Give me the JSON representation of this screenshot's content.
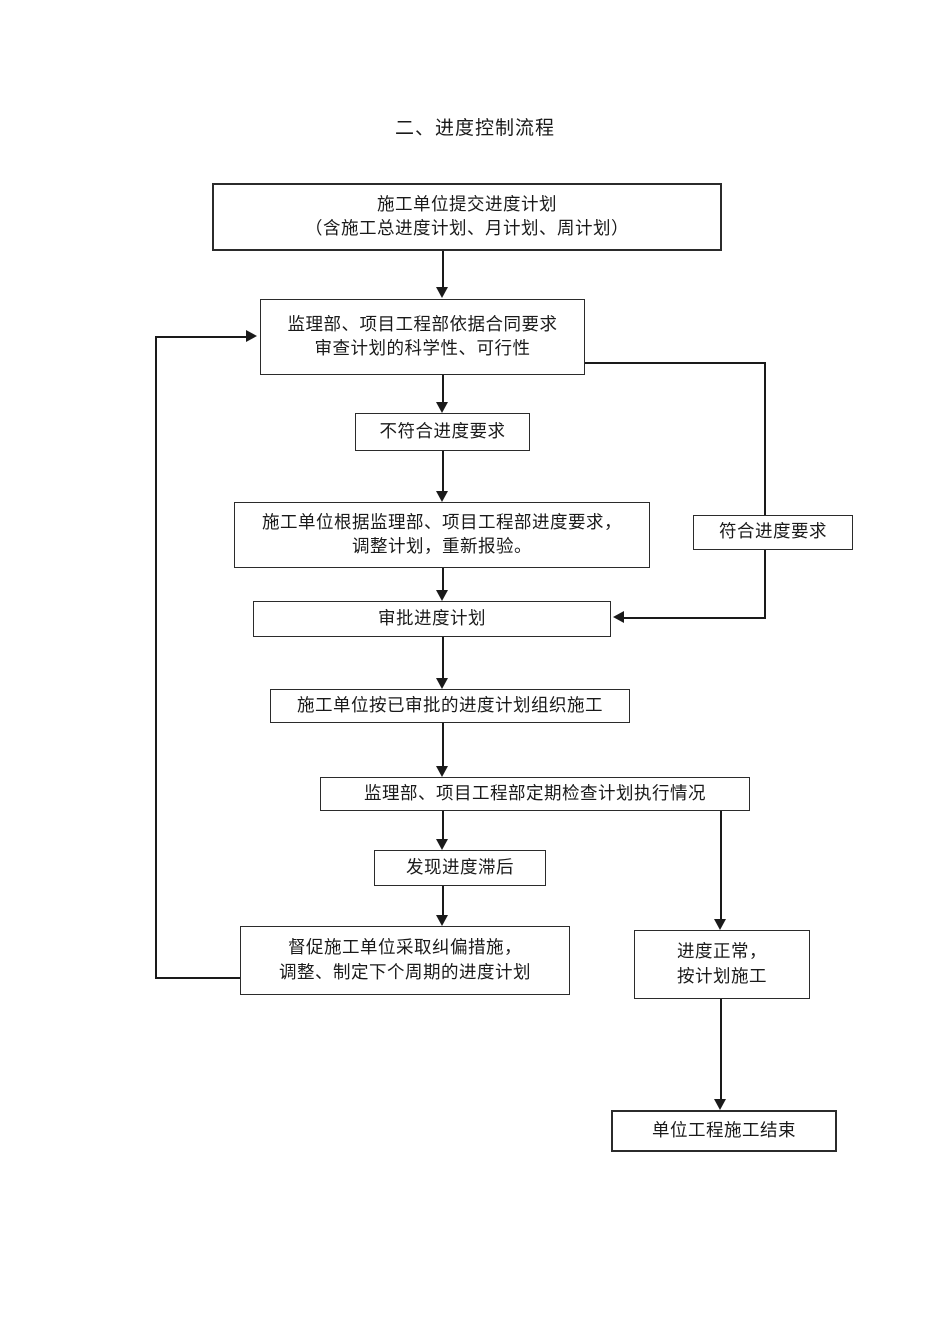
{
  "page": {
    "title": "二、进度控制流程"
  },
  "flowchart": {
    "nodes": [
      {
        "id": "submit-plan",
        "text": "施工单位提交进度计划\n（含施工总进度计划、月计划、周计划）"
      },
      {
        "id": "review-plan",
        "text": "监理部、项目工程部依据合同要求\n审查计划的科学性、可行性"
      },
      {
        "id": "not-conform",
        "text": "不符合进度要求"
      },
      {
        "id": "adjust-resubmit",
        "text": "施工单位根据监理部、项目工程部进度要求，\n调整计划，重新报验。"
      },
      {
        "id": "conform",
        "text": "符合进度要求"
      },
      {
        "id": "approve-plan",
        "text": "审批进度计划"
      },
      {
        "id": "organize-construction",
        "text": "施工单位按已审批的进度计划组织施工"
      },
      {
        "id": "periodic-check",
        "text": "监理部、项目工程部定期检查计划执行情况"
      },
      {
        "id": "progress-lag",
        "text": "发现进度滞后"
      },
      {
        "id": "corrective-measures",
        "text": "督促施工单位采取纠偏措施，\n调整、制定下个周期的进度计划"
      },
      {
        "id": "progress-normal",
        "text": "进度正常，\n按计划施工"
      },
      {
        "id": "construction-end",
        "text": "单位工程施工结束"
      }
    ],
    "edges": [
      {
        "from": "submit-plan",
        "to": "review-plan",
        "type": "down"
      },
      {
        "from": "review-plan",
        "to": "not-conform",
        "type": "down"
      },
      {
        "from": "not-conform",
        "to": "adjust-resubmit",
        "type": "down"
      },
      {
        "from": "review-plan",
        "to": "conform",
        "type": "right-branch"
      },
      {
        "from": "adjust-resubmit",
        "to": "approve-plan",
        "type": "down"
      },
      {
        "from": "conform",
        "to": "approve-plan",
        "type": "down-left"
      },
      {
        "from": "approve-plan",
        "to": "organize-construction",
        "type": "down"
      },
      {
        "from": "organize-construction",
        "to": "periodic-check",
        "type": "down"
      },
      {
        "from": "periodic-check",
        "to": "progress-lag",
        "type": "down"
      },
      {
        "from": "periodic-check",
        "to": "progress-normal",
        "type": "down"
      },
      {
        "from": "progress-lag",
        "to": "corrective-measures",
        "type": "down"
      },
      {
        "from": "corrective-measures",
        "to": "review-plan",
        "type": "left-feedback"
      },
      {
        "from": "progress-normal",
        "to": "construction-end",
        "type": "down"
      }
    ],
    "colors": {
      "line": "#1a1a1a",
      "border": "#2b2b2b",
      "background": "#ffffff"
    }
  }
}
